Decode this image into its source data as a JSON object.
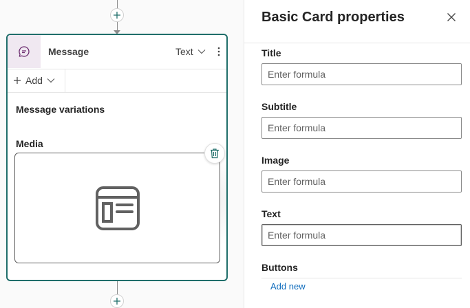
{
  "canvas": {
    "node": {
      "title": "Message",
      "type_label": "Text",
      "add_label": "Add",
      "variations_label": "Message variations",
      "media_label": "Media"
    }
  },
  "panel": {
    "title": "Basic Card properties",
    "fields": [
      {
        "label": "Title",
        "placeholder": "Enter formula"
      },
      {
        "label": "Subtitle",
        "placeholder": "Enter formula"
      },
      {
        "label": "Image",
        "placeholder": "Enter formula"
      },
      {
        "label": "Text",
        "placeholder": "Enter formula"
      }
    ],
    "buttons_label": "Buttons",
    "add_new_label": "Add new"
  },
  "colors": {
    "node_border": "#1f6e6a",
    "node_icon_bg": "#f0e8f1",
    "link": "#0f6cbd"
  }
}
